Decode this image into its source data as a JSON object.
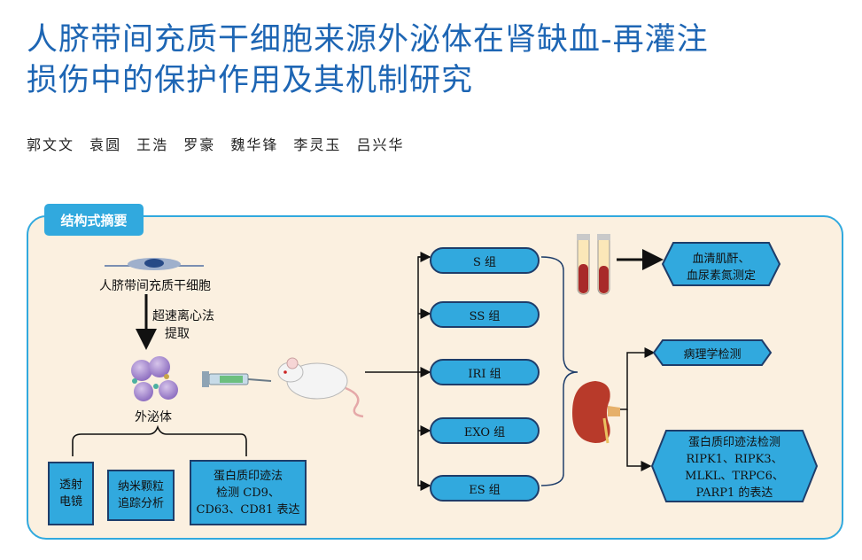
{
  "title": {
    "line1": "人脐带间充质干细胞来源外泌体在肾缺血-再灌注",
    "line2": "损伤中的保护作用及其机制研究"
  },
  "authors": "郭文文  袁圆  王浩  罗豪  魏华锋  李灵玉  吕兴华",
  "abstract": {
    "label": "结构式摘要",
    "cell_source": "人脐带间充质干细胞",
    "method_line1": "超速离心法",
    "method_line2": "提取",
    "exosome": "外泌体",
    "identification": [
      {
        "line1": "透射",
        "line2": "电镜"
      },
      {
        "line1": "纳米颗粒",
        "line2": "追踪分析"
      },
      {
        "line1": "蛋白质印迹法",
        "line2": "检测 CD9、",
        "line3": "CD63、CD81 表达"
      }
    ],
    "groups": [
      "S 组",
      "SS 组",
      "IRI 组",
      "EXO 组",
      "ES 组"
    ],
    "outcome_serum": {
      "line1": "血清肌酐、",
      "line2": "血尿素氮测定"
    },
    "outcome_pathology": "病理学检测",
    "outcome_western": {
      "line1": "蛋白质印迹法检测",
      "line2": "RIPK1、RIPK3、",
      "line3": "MLKL、TRPC6、",
      "line4": "PARP1 的表达"
    }
  },
  "colors": {
    "title": "#1e66b4",
    "accent_blue": "#31a9de",
    "panel_bg": "#fbf0e0",
    "border_dark": "#1e3d6a"
  }
}
